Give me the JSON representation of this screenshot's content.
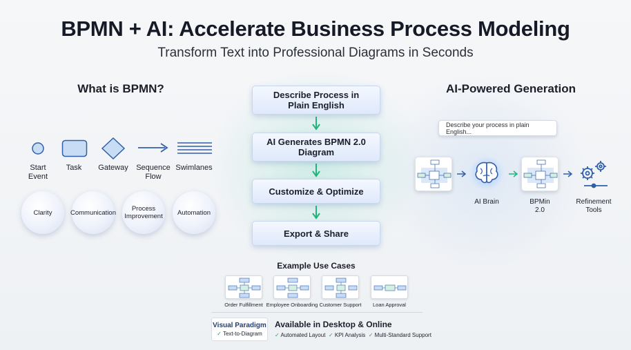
{
  "header": {
    "title": "BPMN + AI: Accelerate Business Process Modeling",
    "subtitle": "Transform Text into Professional Diagrams in Seconds"
  },
  "left": {
    "heading": "What is BPMN?",
    "elements": [
      {
        "line1": "Start",
        "line2": "Event",
        "icon": "circle-icon"
      },
      {
        "line1": "Task",
        "line2": "",
        "icon": "rounded-rect-icon"
      },
      {
        "line1": "Gateway",
        "line2": "",
        "icon": "diamond-icon"
      },
      {
        "line1": "Sequence",
        "line2": "Flow",
        "icon": "arrow-right-icon"
      },
      {
        "line1": "Swimlanes",
        "line2": "",
        "icon": "lanes-icon"
      }
    ],
    "benefits": [
      {
        "line1": "Clarity",
        "line2": ""
      },
      {
        "line1": "Communication",
        "line2": ""
      },
      {
        "line1": "Process",
        "line2": "Improvement"
      },
      {
        "line1": "Automation",
        "line2": ""
      }
    ]
  },
  "center": {
    "steps": [
      {
        "line1": "Describe Process in",
        "line2": "Plain English"
      },
      {
        "line1": "AI Generates BPMN 2.0",
        "line2": "Diagram"
      },
      {
        "line1": "Customize & Optimize",
        "line2": ""
      },
      {
        "line1": "Export & Share",
        "line2": ""
      }
    ],
    "use_cases_heading": "Example Use Cases",
    "use_cases": [
      "Order Fulfillment",
      "Employee Onboarding",
      "Customer Support",
      "Loan Approval"
    ]
  },
  "right": {
    "heading": "AI-Powered Generation",
    "prompt_text": "Describe your process in plain English...",
    "pipeline": [
      {
        "line1": "AI Brain",
        "line2": "",
        "icon": "brain-icon"
      },
      {
        "line1": "BPMin",
        "line2": "2.0",
        "icon": "diagram-icon"
      },
      {
        "line1": "Refinement",
        "line2": "Tools",
        "icon": "gears-icon"
      }
    ]
  },
  "footer": {
    "brand": "Visual Paradigm",
    "brand_feature": "Text-to-Diagram",
    "availability": "Available in Desktop & Online",
    "features": [
      "Automated Layout",
      "KPI Analysis",
      "Multi-Standard Support"
    ],
    "check_mark": "✓"
  },
  "colors": {
    "icon_blue": "#2f5fa8",
    "icon_fill": "#c9dcf5",
    "arrow_green": "#22b37a",
    "check_green": "#2e9d4f"
  }
}
